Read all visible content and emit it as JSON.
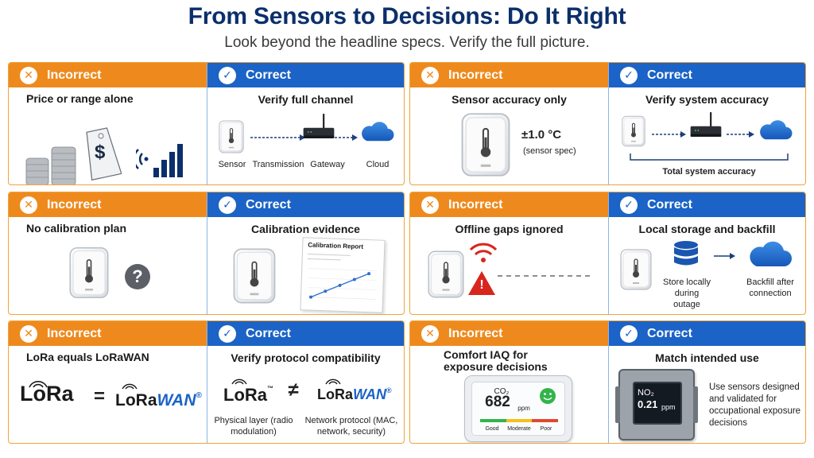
{
  "header": {
    "title": "From Sensors to Decisions: Do It Right",
    "subtitle": "Look beyond the headline specs. Verify the full picture."
  },
  "labels": {
    "incorrect": "Incorrect",
    "correct": "Correct"
  },
  "cards": [
    {
      "incorrect": {
        "caption": "Price or range alone",
        "dollar": "$"
      },
      "correct": {
        "caption": "Verify full channel",
        "steps": [
          "Sensor",
          "Transmission",
          "Gateway",
          "Cloud"
        ]
      }
    },
    {
      "incorrect": {
        "caption": "Sensor accuracy only",
        "value": "±1.0 °C",
        "note": "(sensor spec)"
      },
      "correct": {
        "caption": "Verify system accuracy",
        "bracket_label": "Total system accuracy"
      }
    },
    {
      "incorrect": {
        "caption": "No calibration plan",
        "question": "?"
      },
      "correct": {
        "caption": "Calibration evidence",
        "report_title": "Calibration Report"
      }
    },
    {
      "incorrect": {
        "caption": "Offline gaps ignored",
        "warning": "!"
      },
      "correct": {
        "caption": "Local storage and backfill",
        "store_label": "Store locally during outage",
        "backfill_label": "Backfill after connection"
      }
    },
    {
      "incorrect": {
        "caption": "LoRa equals LoRaWAN",
        "lora": "LoRa",
        "equals": "=",
        "lorawan_a": "LoRa",
        "lorawan_b": "WAN",
        "reg": "®"
      },
      "correct": {
        "caption": "Verify protocol compatibility",
        "lora": "LoRa",
        "tm": "™",
        "not_equal": "≠",
        "lorawan_a": "LoRa",
        "lorawan_b": "WAN",
        "reg": "®",
        "lora_desc": "Physical layer (radio modulation)",
        "lorawan_desc": "Network protocol (MAC, network, security)"
      }
    },
    {
      "incorrect": {
        "caption": "Comfort IAQ for exposure decisions",
        "co2": "CO₂",
        "reading": "682",
        "unit": "ppm",
        "scale": [
          "Good",
          "Moderate",
          "Poor"
        ]
      },
      "correct": {
        "caption": "Match intended use",
        "gas": "NO₂",
        "reading": "0.21",
        "unit": "ppm",
        "description": "Use sensors designed and validated for occupational exposure decisions"
      }
    }
  ],
  "colors": {
    "incorrect": "#ee8a1d",
    "correct": "#1b63c6",
    "title": "#0b2f6b"
  }
}
